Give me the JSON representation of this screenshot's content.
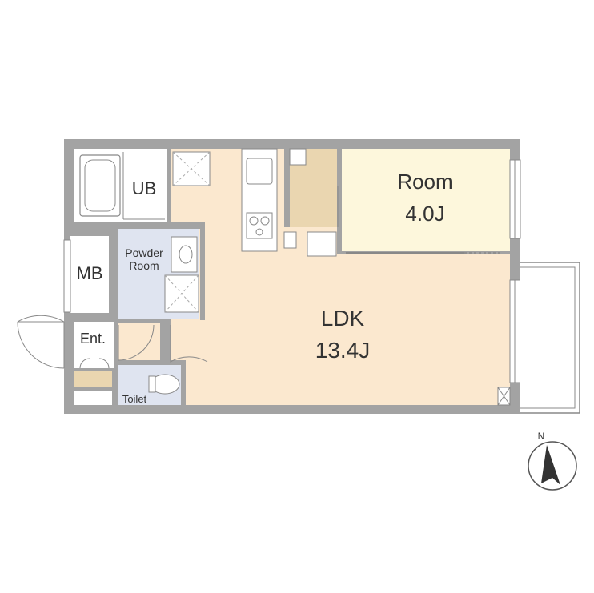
{
  "rooms": {
    "ub": "UB",
    "powder": [
      "Powder",
      "Room"
    ],
    "mb": "MB",
    "entrance": "Ent.",
    "toilet": "Toilet",
    "room": {
      "name": "Room",
      "size": "4.0J"
    },
    "ldk": {
      "name": "LDK",
      "size": "13.4J"
    }
  },
  "compass": {
    "north": "N"
  },
  "colors": {
    "wall": "#a3a3a3",
    "ldk_floor": "#fbe8cf",
    "room_floor": "#fdf7dc",
    "wet_floor": "#dfe4f0",
    "storage": "#ead6b0",
    "line": "#888888"
  }
}
